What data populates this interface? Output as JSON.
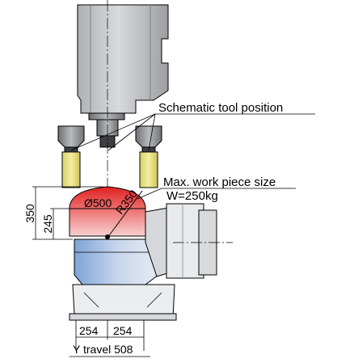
{
  "labels": {
    "tool_position": "Schematic tool position",
    "max_workpiece": "Max. work piece size",
    "weight": "W=250kg"
  },
  "dimensions": {
    "height_350": "350",
    "height_245": "245",
    "diameter": "Ø500",
    "radius": "R350",
    "left_254": "254",
    "right_254": "254",
    "y_travel": "Y travel 508"
  },
  "colors": {
    "spindle": "#c8c9cb",
    "tool_holder": "#9ea0a3",
    "tool_yellow": "#ece67c",
    "workpiece_red": "#e23a3a",
    "table_blue": "#8fb0dc",
    "base": "#e4e5e7"
  }
}
